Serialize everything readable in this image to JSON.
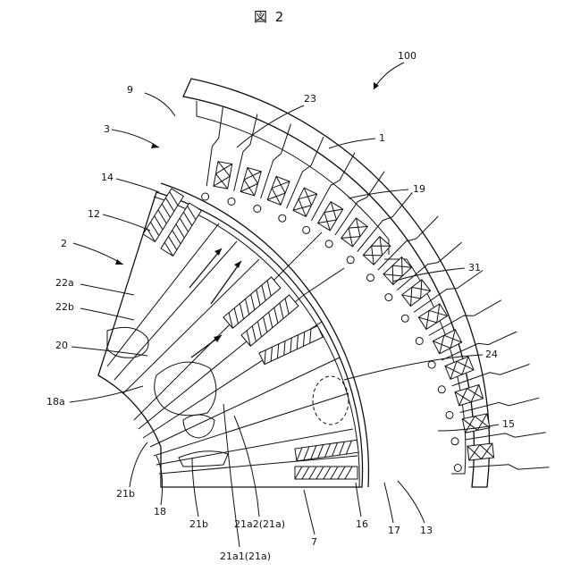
{
  "figure": {
    "title": "図 2",
    "labels": {
      "l100": "100",
      "l9": "9",
      "l23": "23",
      "l3": "3",
      "l1": "1",
      "l14": "14",
      "l19": "19",
      "l12": "12",
      "l2": "2",
      "l31": "31",
      "l22a": "22a",
      "l22b": "22b",
      "l20": "20",
      "l24": "24",
      "l18a": "18a",
      "l15": "15",
      "l21b_left": "21b",
      "l18": "18",
      "l21b_mid": "21b",
      "l21a2": "21a2(21a)",
      "l16": "16",
      "l17": "17",
      "l13": "13",
      "l7": "7",
      "l21a1": "21a1(21a)"
    }
  }
}
